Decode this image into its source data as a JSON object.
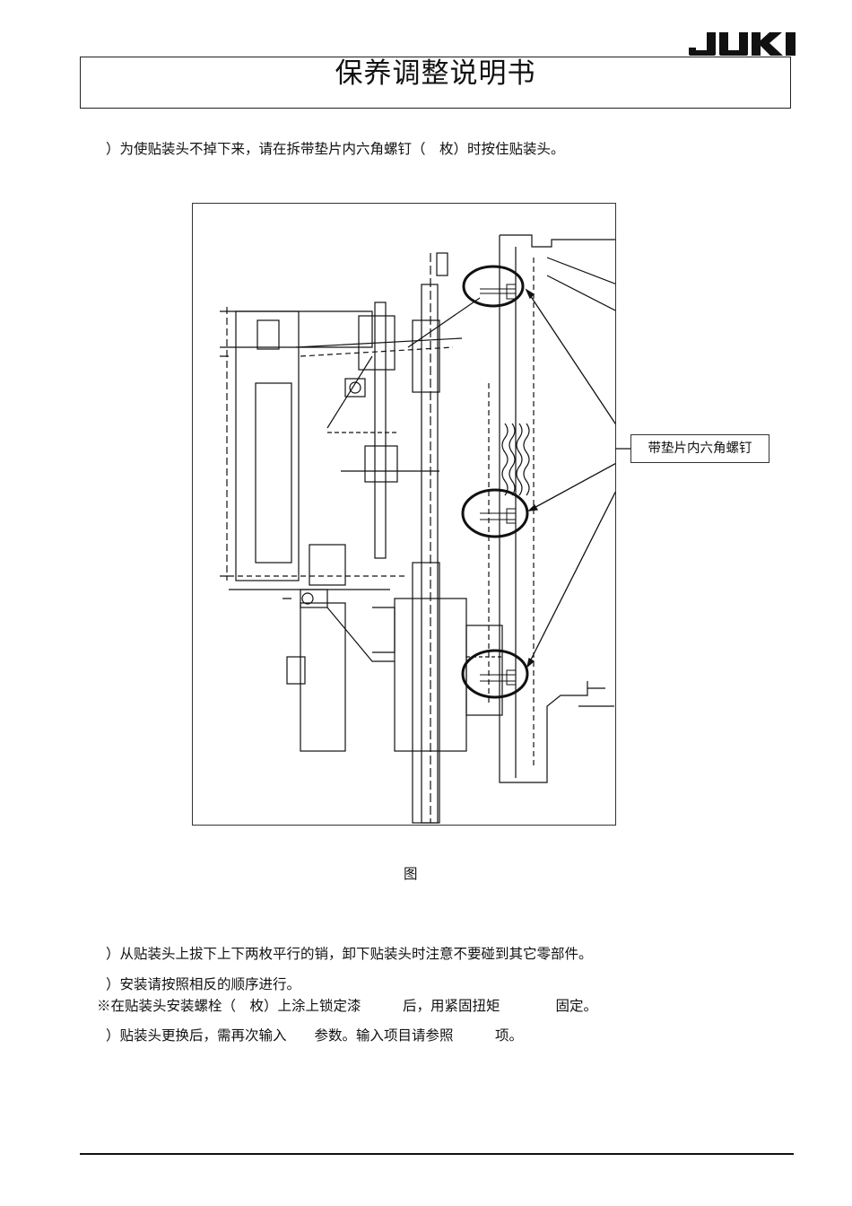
{
  "header": {
    "brand_logo": "JUKI",
    "title": "保养调整说明书"
  },
  "body": {
    "step_1": "）为使贴装头不掉下来，请在拆带垫片内六角螺钉（　枚）时按住贴装头。",
    "step_2": "）从贴装头上拔下上下两枚平行的销，卸下贴装头时注意不要碰到其它零部件。",
    "step_3": "）安装请按照相反的顺序进行。",
    "note": "※在贴装头安装螺栓（　枚）上涂上锁定漆　　　后，用紧固扭矩　　　　固定。",
    "step_4": "）贴装头更换后，需再次输入　　参数。输入项目请参照　　　项。"
  },
  "figure": {
    "callout_label": "带垫片内六角螺钉",
    "caption": "图"
  }
}
